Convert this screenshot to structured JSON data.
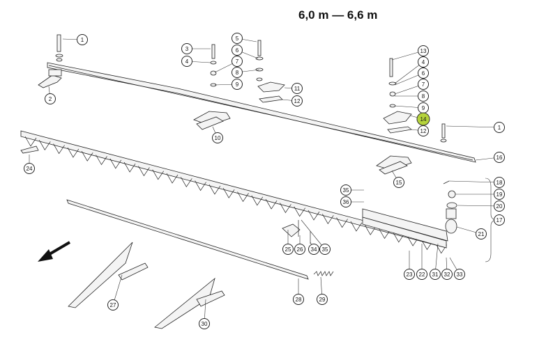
{
  "title": "6,0 m — 6,6 m",
  "highlight_color": "#b5d33c",
  "direction_arrow": "arrow-icon",
  "callouts": [
    {
      "id": "c1a",
      "label": "1"
    },
    {
      "id": "c2",
      "label": "2"
    },
    {
      "id": "c3",
      "label": "3"
    },
    {
      "id": "c4a",
      "label": "4"
    },
    {
      "id": "c5",
      "label": "5"
    },
    {
      "id": "c6a",
      "label": "6"
    },
    {
      "id": "c7a",
      "label": "7"
    },
    {
      "id": "c8a",
      "label": "8"
    },
    {
      "id": "c9a",
      "label": "9"
    },
    {
      "id": "c10",
      "label": "10"
    },
    {
      "id": "c11",
      "label": "11"
    },
    {
      "id": "c12a",
      "label": "12"
    },
    {
      "id": "c13",
      "label": "13"
    },
    {
      "id": "c4b",
      "label": "4"
    },
    {
      "id": "c6b",
      "label": "6"
    },
    {
      "id": "c7b",
      "label": "7"
    },
    {
      "id": "c8b",
      "label": "8"
    },
    {
      "id": "c9b",
      "label": "9"
    },
    {
      "id": "c14",
      "label": "14"
    },
    {
      "id": "c12b",
      "label": "12"
    },
    {
      "id": "c1b",
      "label": "1"
    },
    {
      "id": "c16",
      "label": "16"
    },
    {
      "id": "c15",
      "label": "15"
    },
    {
      "id": "c24",
      "label": "24"
    },
    {
      "id": "c18",
      "label": "18"
    },
    {
      "id": "c19",
      "label": "19"
    },
    {
      "id": "c20",
      "label": "20"
    },
    {
      "id": "c17",
      "label": "17"
    },
    {
      "id": "c21",
      "label": "21"
    },
    {
      "id": "c35a",
      "label": "35"
    },
    {
      "id": "c36",
      "label": "36"
    },
    {
      "id": "c25",
      "label": "25"
    },
    {
      "id": "c26",
      "label": "26"
    },
    {
      "id": "c34",
      "label": "34"
    },
    {
      "id": "c35b",
      "label": "35"
    },
    {
      "id": "c23",
      "label": "23"
    },
    {
      "id": "c22",
      "label": "22"
    },
    {
      "id": "c31",
      "label": "31"
    },
    {
      "id": "c32",
      "label": "32"
    },
    {
      "id": "c33",
      "label": "33"
    },
    {
      "id": "c27",
      "label": "27"
    },
    {
      "id": "c28",
      "label": "28"
    },
    {
      "id": "c29",
      "label": "29"
    },
    {
      "id": "c30",
      "label": "30"
    }
  ]
}
